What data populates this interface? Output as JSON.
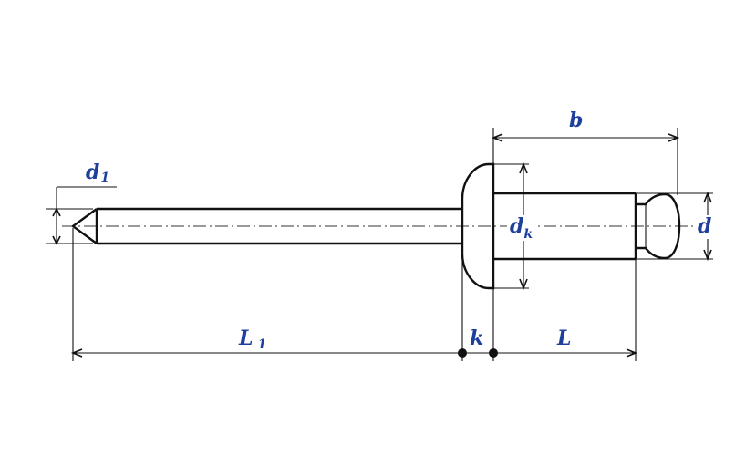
{
  "labels": {
    "d1_main": "d",
    "d1_sub": "1",
    "b": "b",
    "dk_main": "d",
    "dk_sub": "k",
    "d": "d",
    "L1_main": "L",
    "L1_sub": "1",
    "k": "k",
    "L": "L"
  },
  "colors": {
    "label": "#1f3f9c",
    "line": "#111111"
  }
}
